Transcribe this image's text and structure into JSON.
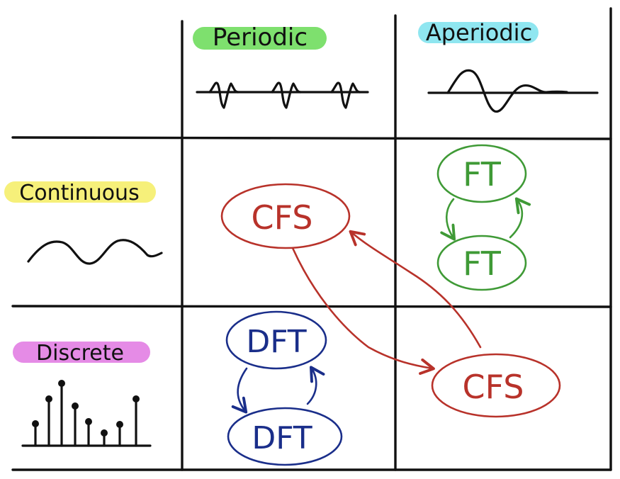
{
  "headers": {
    "periodic": "Periodic",
    "aperiodic": "Aperiodic",
    "continuous": "Continuous",
    "discrete": "Discrete"
  },
  "nodes": {
    "ft_top": "FT",
    "ft_bottom": "FT",
    "cfs_left": "CFS",
    "dft_top": "DFT",
    "dft_bottom": "DFT",
    "cfs_right": "CFS"
  },
  "colors": {
    "ink": "#111111",
    "periodic_highlight": "#7ee06e",
    "aperiodic_highlight": "#8fe6f0",
    "continuous_highlight": "#f6f07a",
    "discrete_highlight": "#e58be6",
    "red": "#b8322a",
    "green": "#3f9a36",
    "blue": "#1a2e8a"
  }
}
